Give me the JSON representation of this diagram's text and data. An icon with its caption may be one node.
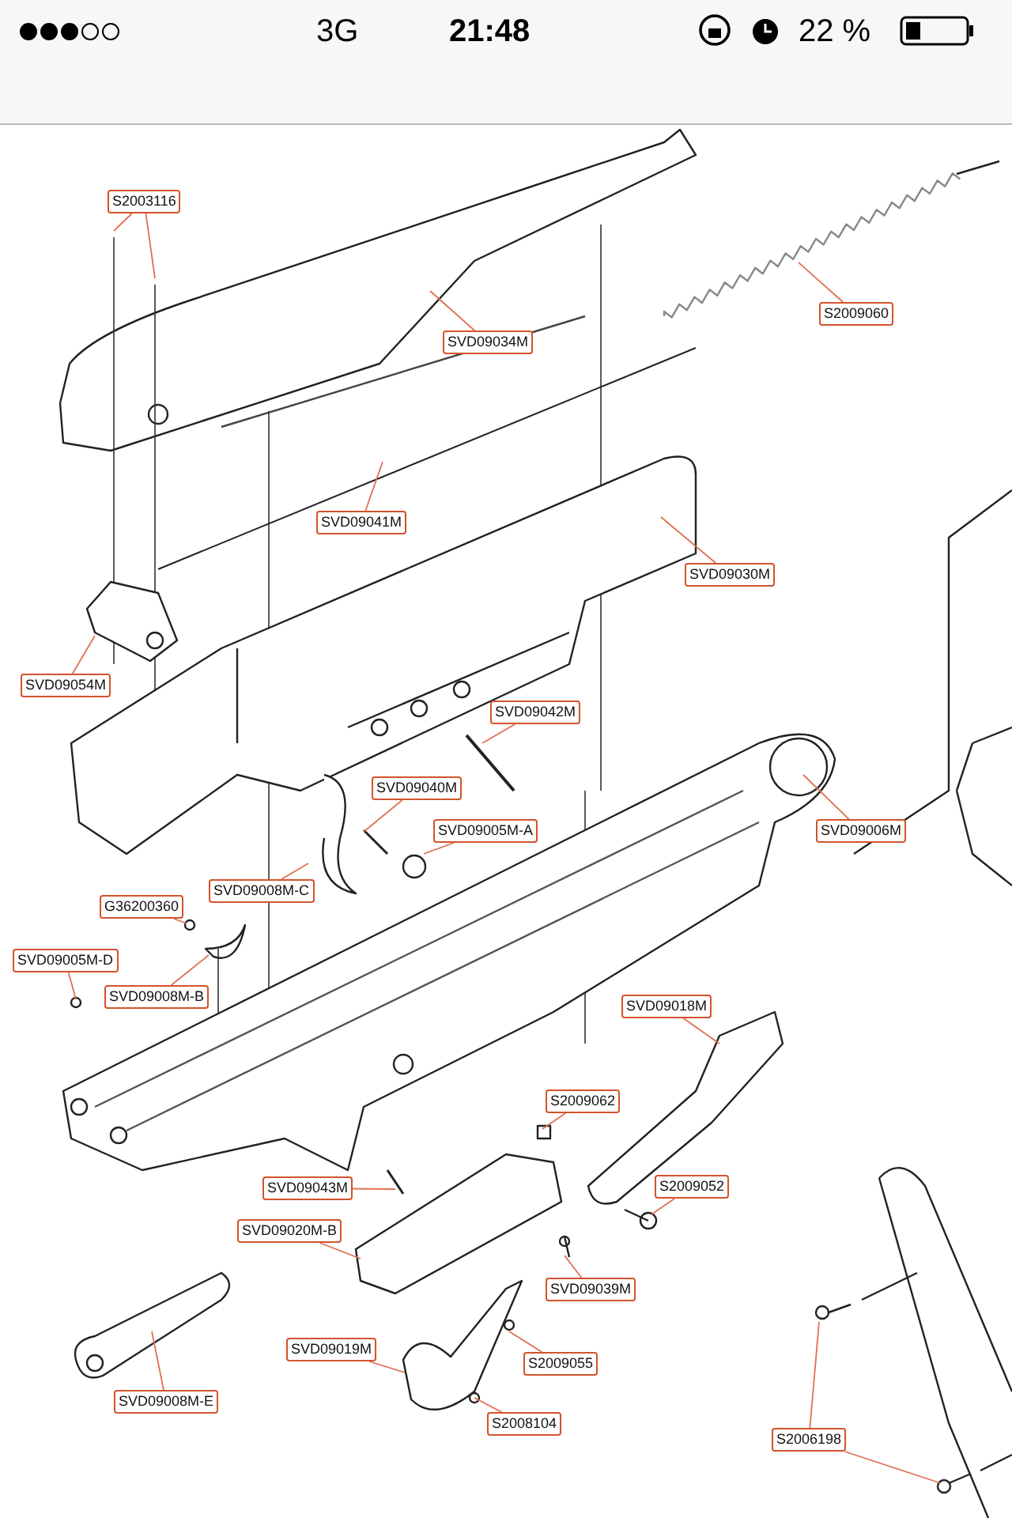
{
  "diagram": {
    "nodes": [
      {
        "text": [
          "S2003116"
        ]
      },
      {
        "text": [
          "S2009060"
        ]
      },
      {
        "text": [
          "SVD09034M"
        ]
      },
      {
        "text": [
          "SVD09041M"
        ]
      },
      {
        "text": [
          "SVD09030M"
        ]
      },
      {
        "text": [
          "SVD09054M"
        ]
      },
      {
        "text": [
          "SVD09042M"
        ]
      },
      {
        "text": [
          "SVD09040M"
        ]
      },
      {
        "text": [
          "SVD09005M-A"
        ]
      },
      {
        "text": [
          "SVD09006M"
        ]
      },
      {
        "text": [
          "SVD09008M-C"
        ]
      },
      {
        "text": [
          "G36200360"
        ]
      },
      {
        "text": [
          "SVD09005M-D"
        ]
      },
      {
        "text": [
          "SVD09008M-B"
        ]
      },
      {
        "text": [
          "SVD09018M"
        ]
      },
      {
        "text": [
          "S2009062"
        ]
      },
      {
        "text": [
          "SVD09043M"
        ]
      },
      {
        "text": [
          "S2009052"
        ]
      },
      {
        "text": [
          "SVD09020M-B"
        ]
      },
      {
        "text": [
          "SVD09039M"
        ]
      },
      {
        "text": [
          "SVD09019M"
        ]
      },
      {
        "text": [
          "S2009055"
        ]
      },
      {
        "text": [
          "SVD09008M-E"
        ]
      },
      {
        "text": [
          "S2008104"
        ]
      },
      {
        "text": [
          "S2006198"
        ]
      }
    ],
    "edges": [
      {
        "from": 0,
        "to": null,
        "arrow": "none"
      },
      {
        "from": 0,
        "to": null,
        "arrow": "none"
      },
      {
        "from": 1,
        "to": null,
        "arrow": "none"
      },
      {
        "from": 2,
        "to": null,
        "arrow": "none"
      },
      {
        "from": 3,
        "to": null,
        "arrow": "none"
      },
      {
        "from": 4,
        "to": null,
        "arrow": "none"
      },
      {
        "from": 5,
        "to": null,
        "arrow": "none"
      },
      {
        "from": 6,
        "to": null,
        "arrow": "none"
      },
      {
        "from": 7,
        "to": null,
        "arrow": "none"
      },
      {
        "from": 8,
        "to": null,
        "arrow": "none"
      },
      {
        "from": 9,
        "to": null,
        "arrow": "none"
      },
      {
        "from": 10,
        "to": null,
        "arrow": "none"
      },
      {
        "from": 11,
        "to": null,
        "arrow": "none"
      },
      {
        "from": 12,
        "to": null,
        "arrow": "none"
      },
      {
        "from": 13,
        "to": null,
        "arrow": "none"
      },
      {
        "from": 14,
        "to": null,
        "arrow": "none"
      },
      {
        "from": 15,
        "to": null,
        "arrow": "none"
      },
      {
        "from": 16,
        "to": null,
        "arrow": "none"
      },
      {
        "from": 17,
        "to": null,
        "arrow": "none"
      },
      {
        "from": 18,
        "to": null,
        "arrow": "none"
      },
      {
        "from": 19,
        "to": null,
        "arrow": "none"
      },
      {
        "from": 20,
        "to": null,
        "arrow": "none"
      },
      {
        "from": 21,
        "to": null,
        "arrow": "none"
      },
      {
        "from": 22,
        "to": null,
        "arrow": "none"
      },
      {
        "from": 23,
        "to": null,
        "arrow": "none"
      },
      {
        "from": 24,
        "to": null,
        "arrow": "none"
      },
      {
        "from": 24,
        "to": null,
        "arrow": "none"
      }
    ],
    "labels": [
      "3G",
      "21:48",
      "22 %"
    ]
  }
}
